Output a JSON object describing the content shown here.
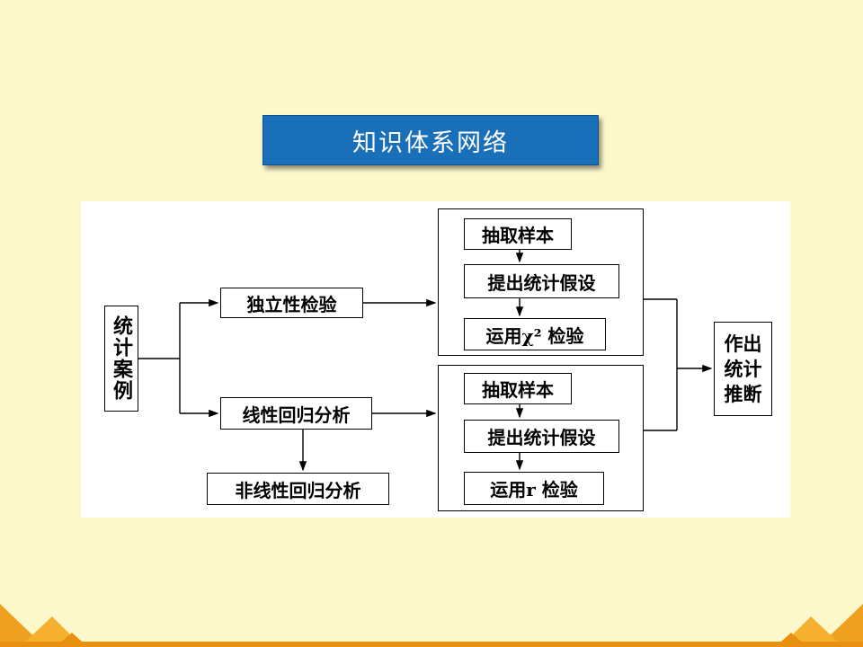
{
  "title": "知识体系网络",
  "diagram": {
    "root": "统计案例",
    "branch_independence": "独立性检验",
    "branch_regression": "线性回归分析",
    "branch_nonlinear": "非线性回归分析",
    "upper_steps": [
      "抽取样本",
      "提出统计假设",
      "运用χ² 检验"
    ],
    "lower_steps": [
      "抽取样本",
      "提出统计假设",
      "运用r 检验"
    ],
    "result": "作出统计推断"
  },
  "colors": {
    "background": "#fdf8cc",
    "banner": "#1a6fb9",
    "decoration_orange": "#f0a020"
  }
}
